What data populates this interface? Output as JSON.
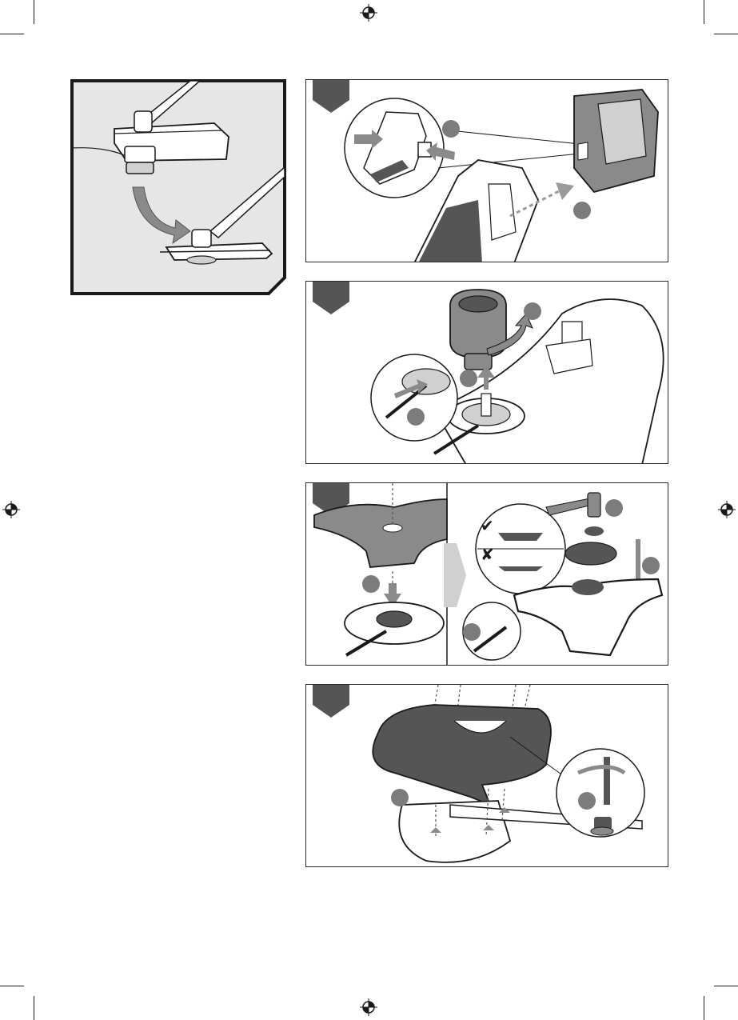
{
  "page": {
    "marks": {
      "ok": "✔",
      "wrong": "✘"
    }
  },
  "steps": [
    {
      "callouts": 2
    },
    {
      "callouts": 3
    },
    {
      "callouts": 4
    },
    {
      "callouts": 2
    }
  ],
  "colors": {
    "line": "#1a1a1a",
    "grey_part": "#8a8a8a",
    "dark_part": "#555555",
    "callout": "#7c7c7c",
    "tab": "#555555",
    "arrow": "#9a9a9a"
  },
  "icons": [
    "registration-mark-icon",
    "step-tab-icon",
    "check-icon",
    "cross-icon",
    "rotate-arrow-icon"
  ]
}
